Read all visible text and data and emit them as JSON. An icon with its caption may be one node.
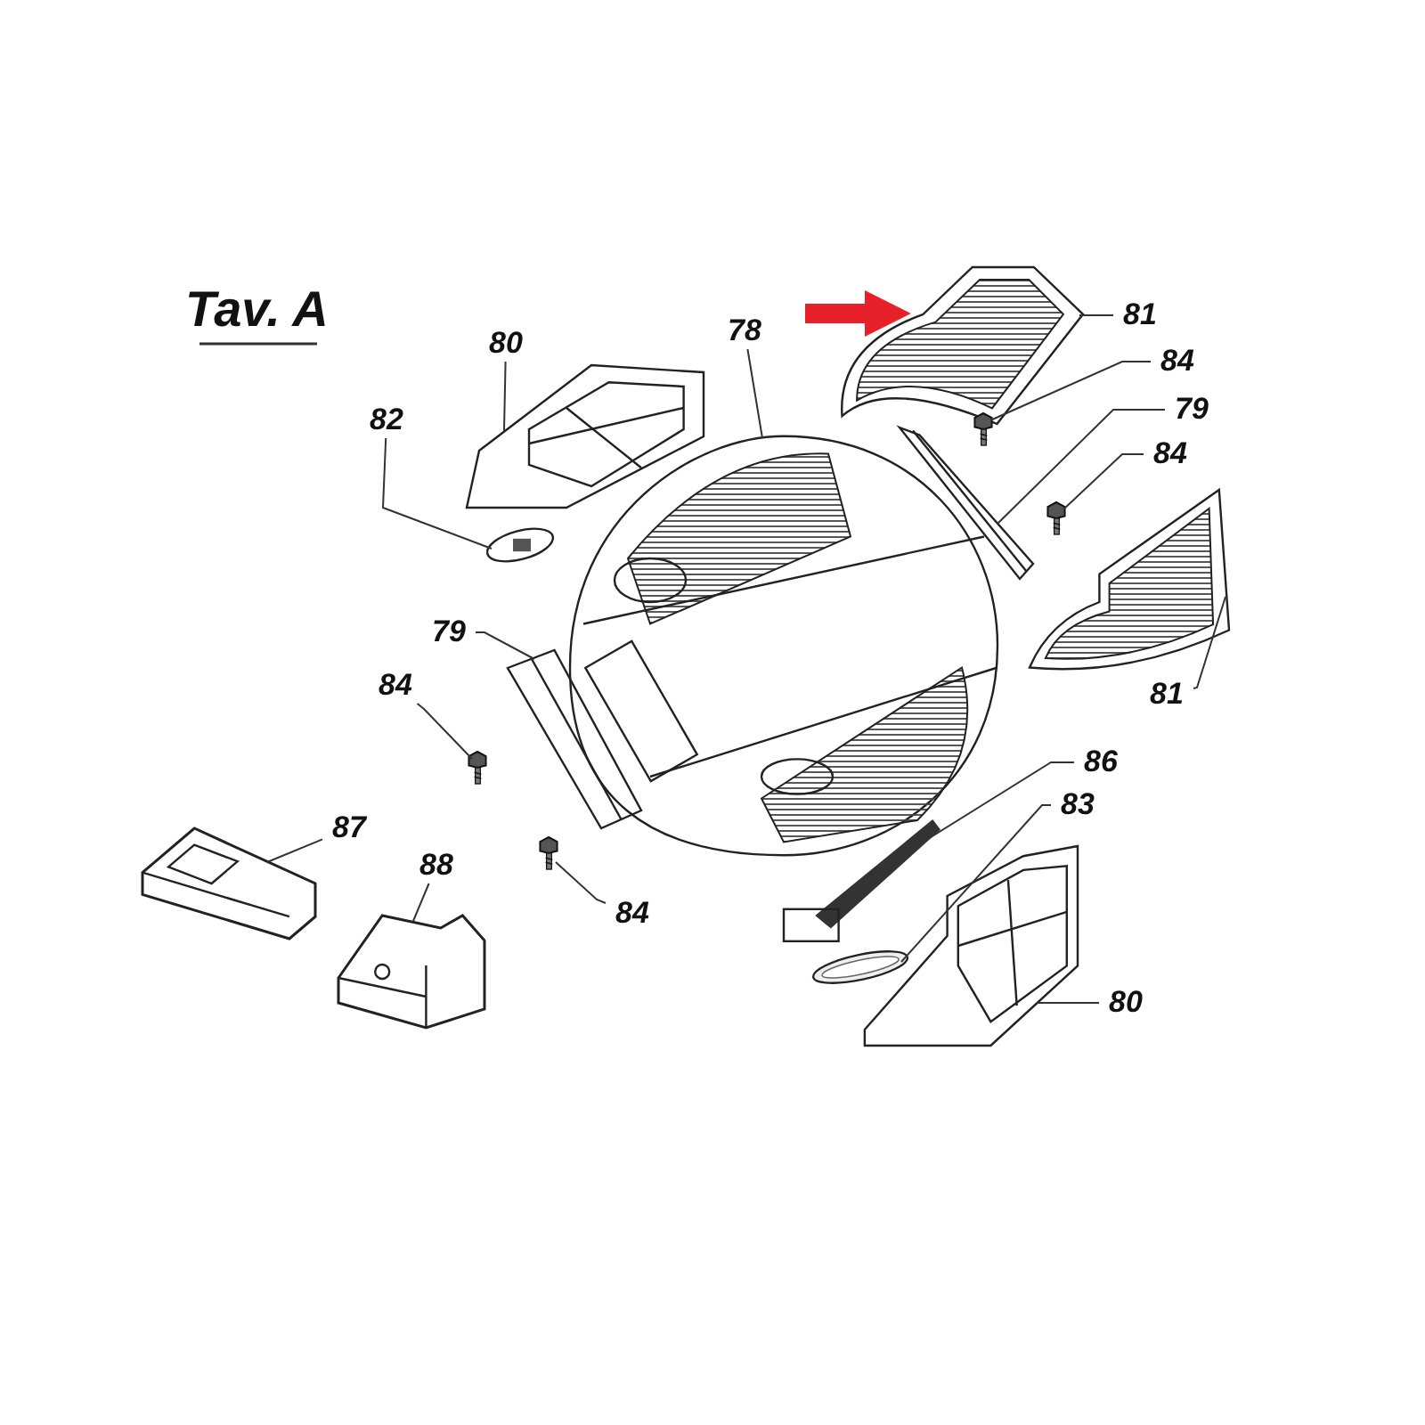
{
  "diagram": {
    "title": "Tav. A",
    "nodes": [
      {
        "text": [
          "80"
        ]
      },
      {
        "text": [],
        "shape": "picture"
      },
      {
        "text": [
          "82"
        ]
      },
      {
        "text": [],
        "shape": "picture"
      },
      {
        "text": [
          "78"
        ]
      },
      {
        "text": [],
        "shape": "picture"
      },
      {
        "text": [
          "81"
        ]
      },
      {
        "text": [],
        "shape": "picture"
      },
      {
        "text": [
          "84"
        ]
      },
      {
        "text": [],
        "shape": "screw"
      },
      {
        "text": [
          "79"
        ]
      },
      {
        "text": [],
        "shape": "picture"
      },
      {
        "text": [
          "84"
        ]
      },
      {
        "text": [],
        "shape": "screw"
      },
      {
        "text": [
          "81"
        ]
      },
      {
        "text": [],
        "shape": "picture"
      },
      {
        "text": [
          "79"
        ]
      },
      {
        "text": [],
        "shape": "picture"
      },
      {
        "text": [
          "84"
        ]
      },
      {
        "text": [],
        "shape": "screw"
      },
      {
        "text": [
          "87"
        ]
      },
      {
        "text": [],
        "shape": "picture"
      },
      {
        "text": [
          "88"
        ]
      },
      {
        "text": [],
        "shape": "picture"
      },
      {
        "text": [
          "84"
        ]
      },
      {
        "text": [],
        "shape": "screw"
      },
      {
        "text": [
          "86"
        ]
      },
      {
        "text": [],
        "shape": "picture"
      },
      {
        "text": [
          "83"
        ]
      },
      {
        "text": [],
        "shape": "picture"
      },
      {
        "text": [
          "80"
        ]
      },
      {
        "text": [],
        "shape": "picture"
      }
    ],
    "edges": [
      {
        "from": 0,
        "to": 1,
        "arrow": "none"
      },
      {
        "from": 2,
        "to": 3,
        "arrow": "none"
      },
      {
        "from": 4,
        "to": 5,
        "arrow": "none"
      },
      {
        "from": 6,
        "to": 7,
        "arrow": "none"
      },
      {
        "from": 8,
        "to": 9,
        "arrow": "none"
      },
      {
        "from": 10,
        "to": 11,
        "arrow": "none"
      },
      {
        "from": 12,
        "to": 13,
        "arrow": "none"
      },
      {
        "from": 14,
        "to": 15,
        "arrow": "none"
      },
      {
        "from": 16,
        "to": 17,
        "arrow": "none"
      },
      {
        "from": 18,
        "to": 19,
        "arrow": "none"
      },
      {
        "from": 20,
        "to": 21,
        "arrow": "none"
      },
      {
        "from": 22,
        "to": 23,
        "arrow": "none"
      },
      {
        "from": 24,
        "to": 25,
        "arrow": "none"
      },
      {
        "from": 26,
        "to": 27,
        "arrow": "none"
      },
      {
        "from": 28,
        "to": 29,
        "arrow": "none"
      },
      {
        "from": 30,
        "to": 31,
        "arrow": "none"
      },
      {
        "from": null,
        "to": 7,
        "arrow": "to",
        "style": "thick",
        "color": "#e8202a"
      }
    ]
  }
}
